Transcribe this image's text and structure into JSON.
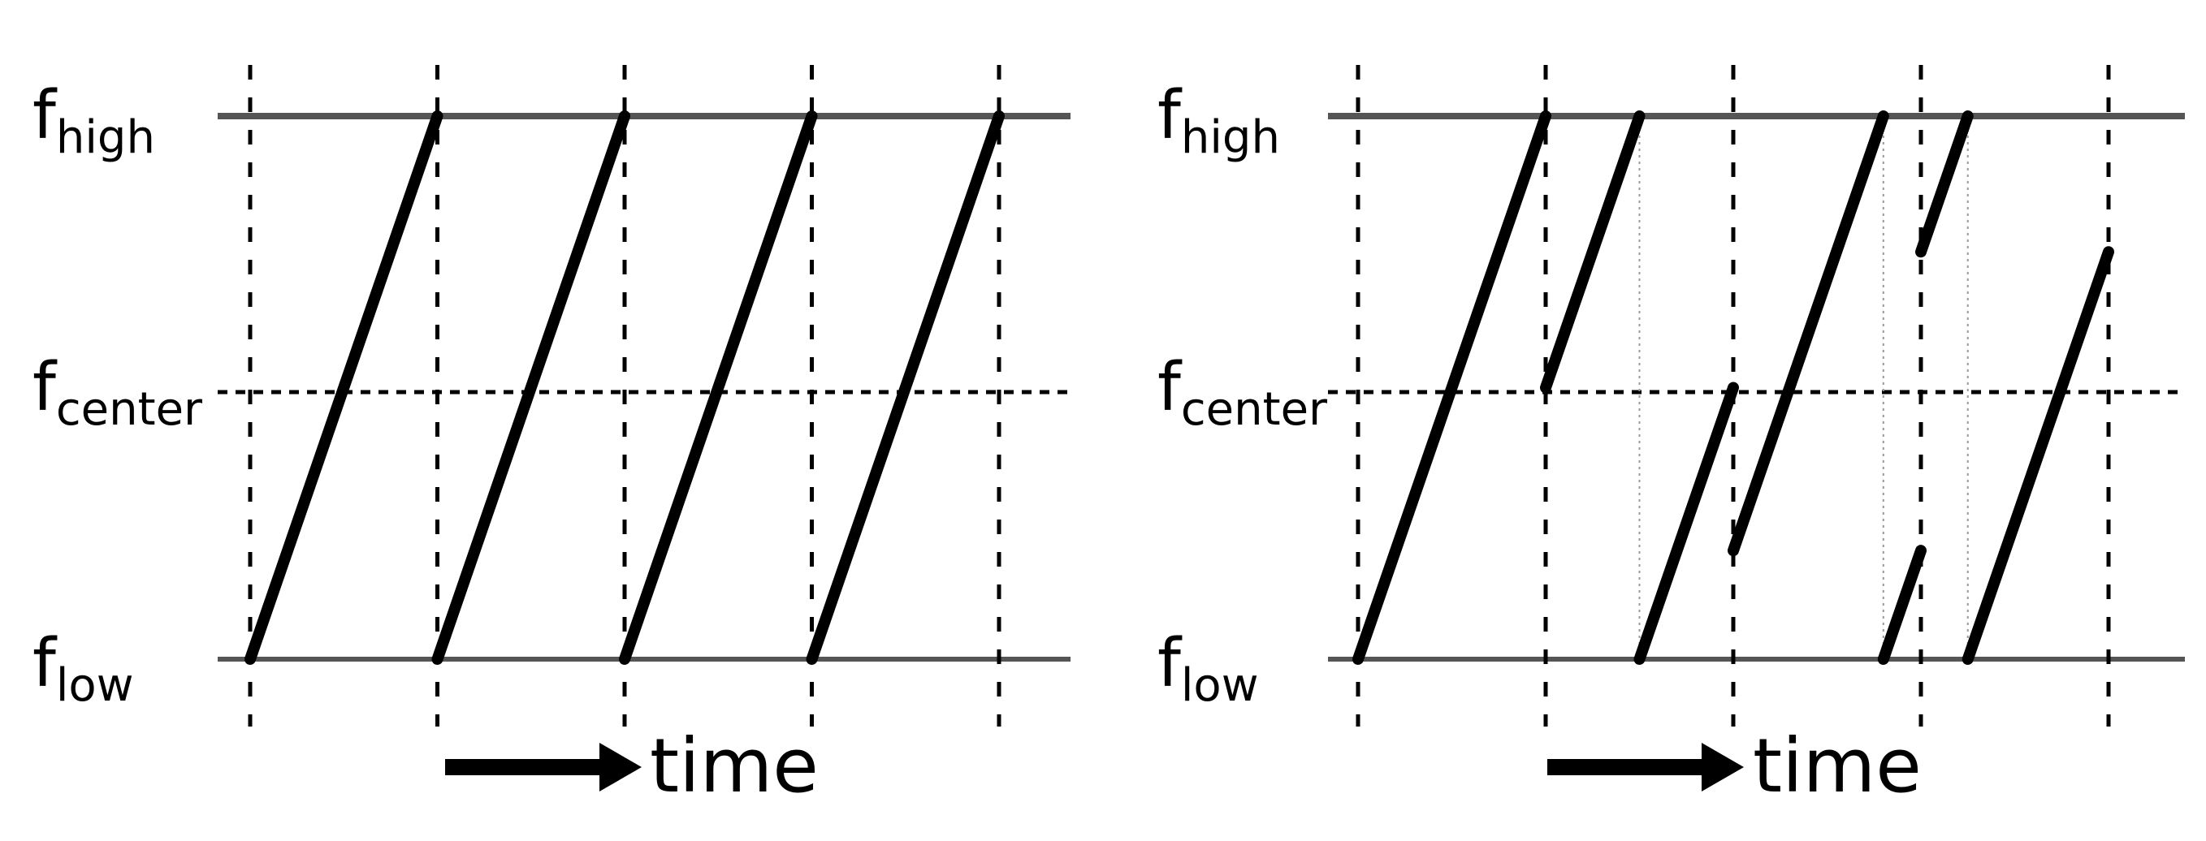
{
  "labels": {
    "high": {
      "main": "f",
      "sub": "high"
    },
    "center": {
      "main": "f",
      "sub": "center"
    },
    "low": {
      "main": "f",
      "sub": "low"
    },
    "time": "time"
  },
  "panels": [
    {
      "name": "left-panel",
      "ticks": [
        0.0,
        1.0,
        2.0,
        3.0,
        4.0
      ],
      "segments": [
        {
          "t0": 0.0,
          "f0": 0.0,
          "t1": 1.0,
          "f1": 1.0
        },
        {
          "t0": 1.0,
          "f0": 0.0,
          "t1": 2.0,
          "f1": 1.0
        },
        {
          "t0": 2.0,
          "f0": 0.0,
          "t1": 3.0,
          "f1": 1.0
        },
        {
          "t0": 3.0,
          "f0": 0.0,
          "t1": 4.0,
          "f1": 1.0
        }
      ],
      "jumps": []
    },
    {
      "name": "right-panel",
      "ticks": [
        0.0,
        1.0,
        2.0,
        3.0,
        4.0
      ],
      "segments": [
        {
          "t0": 0.0,
          "f0": 0.0,
          "t1": 1.0,
          "f1": 1.0
        },
        {
          "t0": 1.0,
          "f0": 0.5,
          "t1": 1.5,
          "f1": 1.0
        },
        {
          "t0": 1.5,
          "f0": 0.0,
          "t1": 2.0,
          "f1": 0.5
        },
        {
          "t0": 2.0,
          "f0": 0.2,
          "t1": 2.8,
          "f1": 1.0
        },
        {
          "t0": 2.8,
          "f0": 0.0,
          "t1": 3.0,
          "f1": 0.2
        },
        {
          "t0": 3.0,
          "f0": 0.75,
          "t1": 3.25,
          "f1": 1.0
        },
        {
          "t0": 3.25,
          "f0": 0.0,
          "t1": 4.0,
          "f1": 0.75
        }
      ],
      "jumps": [
        1.5,
        2.8,
        3.25
      ]
    }
  ]
}
